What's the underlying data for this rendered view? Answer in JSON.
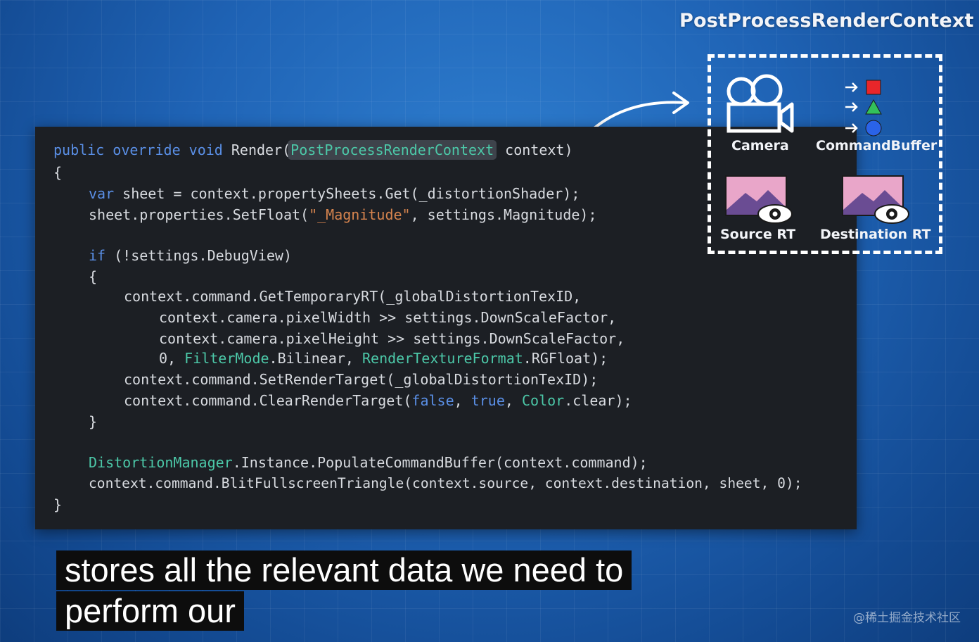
{
  "context_title": "PostProcessRenderContext",
  "components": {
    "camera_label": "Camera",
    "command_buffer_label": "CommandBuffer",
    "source_rt_label": "Source RT",
    "destination_rt_label": "Destination RT"
  },
  "code": {
    "l1_a": "public override void",
    "l1_b": " Render(",
    "l1_hl": "PostProcessRenderContext",
    "l1_c": " context)",
    "l2": "{",
    "l3_kw": "var",
    "l3_rest": " sheet = context.propertySheets.Get(_distortionShader);",
    "l4_a": "sheet.properties.SetFloat(",
    "l4_str": "\"_Magnitude\"",
    "l4_b": ", settings.Magnitude);",
    "l5_kw": "if",
    "l5_rest": " (!settings.DebugView)",
    "l6": "{",
    "l7": "context.command.GetTemporaryRT(_globalDistortionTexID,",
    "l8": "context.camera.pixelWidth >> settings.DownScaleFactor,",
    "l9": "context.camera.pixelHeight >> settings.DownScaleFactor,",
    "l10_a": "0, ",
    "l10_t1": "FilterMode",
    "l10_b": ".Bilinear, ",
    "l10_t2": "RenderTextureFormat",
    "l10_c": ".RGFloat);",
    "l11": "context.command.SetRenderTarget(_globalDistortionTexID);",
    "l12_a": "context.command.ClearRenderTarget(",
    "l12_k1": "false",
    "l12_b": ", ",
    "l12_k2": "true",
    "l12_c": ", ",
    "l12_t": "Color",
    "l12_d": ".clear);",
    "l13": "}",
    "l14_t": "DistortionManager",
    "l14_rest": ".Instance.PopulateCommandBuffer(context.command);",
    "l15": "context.command.BlitFullscreenTriangle(context.source, context.destination, sheet, 0);",
    "l16": "}"
  },
  "subtitles": {
    "line1": "stores all the relevant data we need to",
    "line2": "perform our"
  },
  "watermark": "@稀土掘金技术社区",
  "icons": {
    "camera": "video-camera-icon",
    "shapes": [
      "red-square",
      "green-triangle",
      "blue-circle"
    ],
    "render_texture": "image-with-eye-icon"
  },
  "colors": {
    "keyword": "#5a8fe6",
    "type": "#4cc8a8",
    "string": "#d6844e",
    "red_square": "#e8262a",
    "green_triangle": "#33c15a",
    "blue_circle": "#2a63e8"
  }
}
